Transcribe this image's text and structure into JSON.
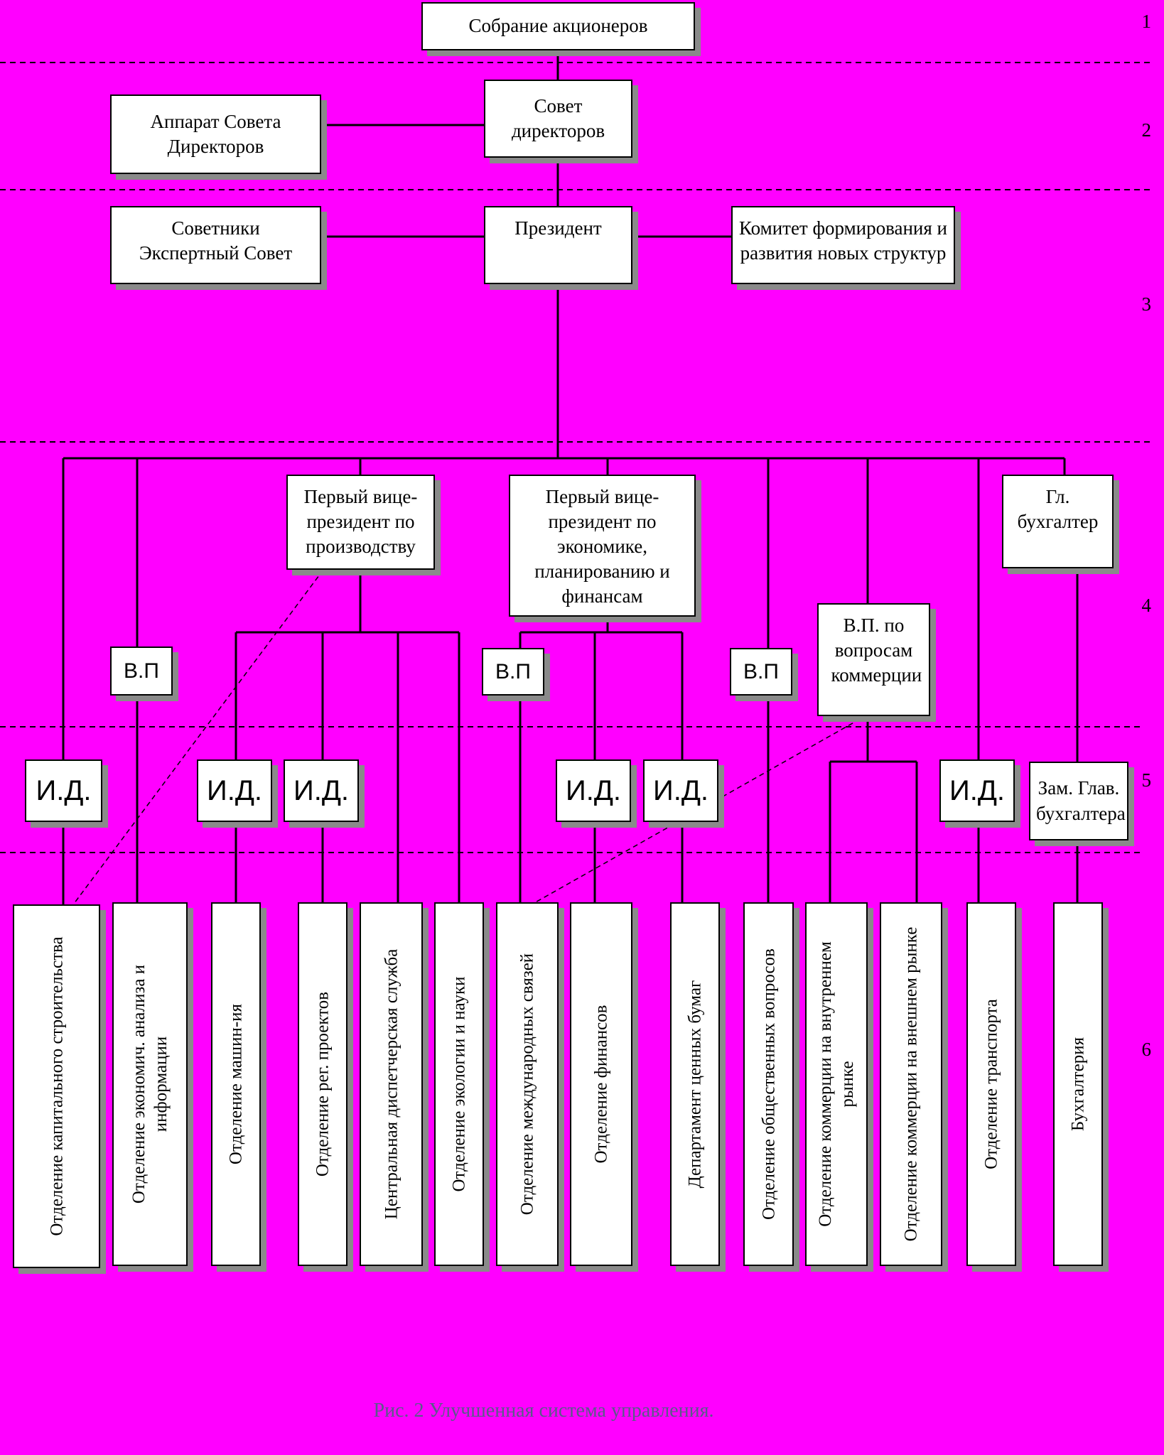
{
  "top": {
    "shareholders": "Собрание акционеров",
    "board": "Совет директоров",
    "board_staff": "Аппарат Совета Директоров",
    "president": "Президент",
    "advisors": "Советники Экспертный Совет",
    "committee": "Комитет формирования и развития новых структур"
  },
  "managers": {
    "fvp_production": "Первый вице-президент по производству",
    "fvp_economics": "Первый вице-президент по экономике, планированию и финансам",
    "chief_accountant": "Гл. бухгалтер",
    "vp": "В.П",
    "vp_commerce": "В.П. по вопросам коммерции",
    "deputy_accountant": "Зам. Глав. бухгалтера",
    "exec_director": "И.Д."
  },
  "departments": [
    "Отделение капитального строительства",
    "Отделение экономич. анализа и информации",
    "Отделение машин-ия",
    "Отделение рег. проектов",
    "Центральная диспетчерская служба",
    "Отделение экологии и науки",
    "Отделение международных связей",
    "Отделение финансов",
    "Департамент ценных бумаг",
    "Отделение общественных вопросов",
    "Отделение коммерции на внутреннем рынке",
    "Отделение коммерции на внешнем рынке",
    "Отделение транспорта",
    "Бухгалтерия"
  ],
  "levels": [
    "1",
    "2",
    "3",
    "4",
    "5",
    "6"
  ],
  "caption": "Рис. 2 Улучшенная система управления."
}
